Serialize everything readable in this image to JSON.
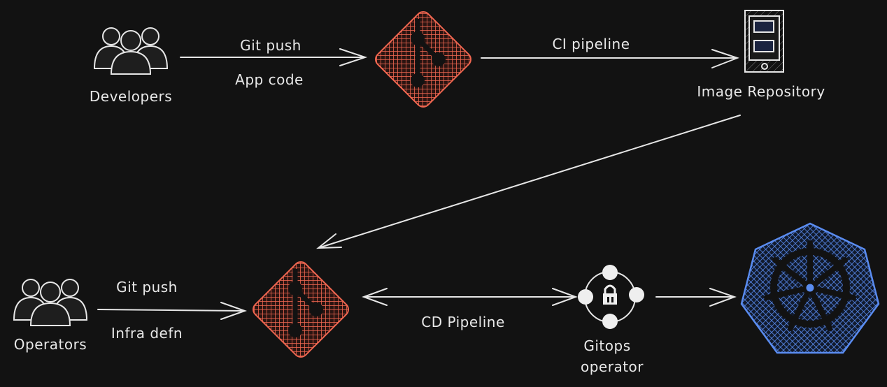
{
  "colors": {
    "background": "#121212",
    "git": "#ef6650",
    "kubernetes": "#5a8cf0",
    "stroke": "#e6e6e6"
  },
  "nodes": {
    "developers": {
      "label": "Developers",
      "icon": "users-icon"
    },
    "git_app": {
      "icon": "git-icon"
    },
    "image_repository": {
      "label": "Image Repository",
      "icon": "image-repository-icon"
    },
    "operators": {
      "label": "Operators",
      "icon": "users-icon"
    },
    "git_infra": {
      "icon": "git-icon"
    },
    "gitops_operator": {
      "label_line1": "Gitops",
      "label_line2": "operator",
      "icon": "gitops-operator-icon"
    },
    "kubernetes": {
      "icon": "kubernetes-icon"
    }
  },
  "edges": {
    "dev_to_git": {
      "label_top": "Git push",
      "label_bottom": "App code"
    },
    "git_to_repo": {
      "label": "CI pipeline"
    },
    "repo_to_git_infra": {},
    "ops_to_git": {
      "label_top": "Git push",
      "label_bottom": "Infra defn"
    },
    "git_to_gitops": {
      "label": "CD Pipeline"
    },
    "gitops_to_k8s": {}
  }
}
